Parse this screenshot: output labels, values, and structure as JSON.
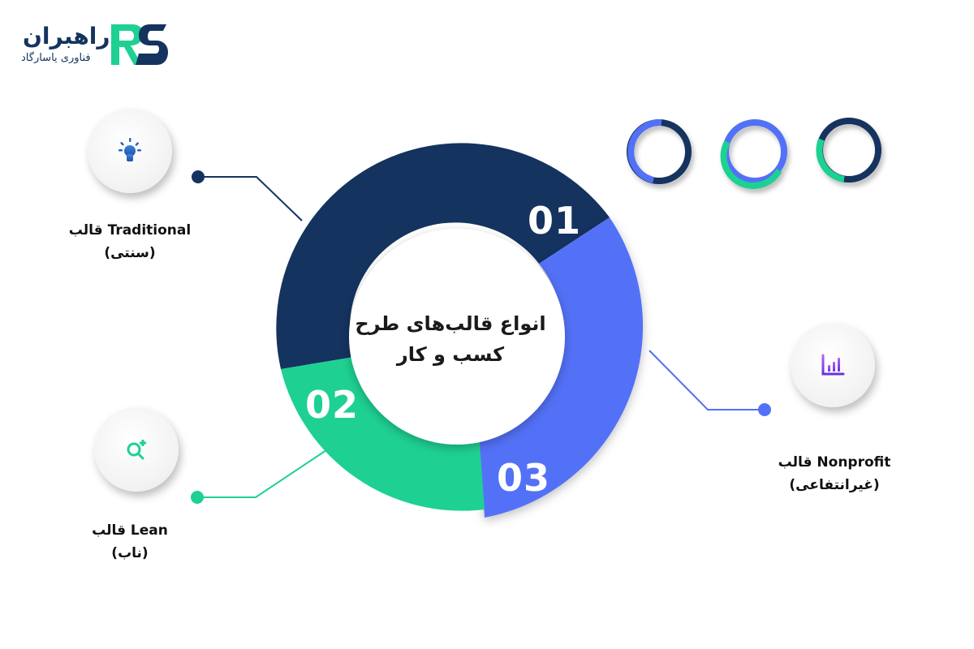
{
  "logo": {
    "title": "راهبران",
    "subtitle": "فناوری یاسارگاد",
    "mark": "RS"
  },
  "diagram": {
    "title_line1": "انواع قالب‌های طرح",
    "title_line2": "کسب و کار",
    "colors": {
      "navy": "#14335f",
      "green": "#1ed192",
      "blue": "#5271f7"
    },
    "segments": [
      {
        "number": "01",
        "color": "#14335f"
      },
      {
        "number": "02",
        "color": "#1ed192"
      },
      {
        "number": "03",
        "color": "#5271f7"
      }
    ],
    "items": [
      {
        "label_line1": "قالب Traditional",
        "label_line2": "(سنتی)",
        "icon": "lightbulb-icon",
        "color": "#14335f"
      },
      {
        "label_line1": "قالب Lean",
        "label_line2": "(ناب)",
        "icon": "search-plus-icon",
        "color": "#1ed192"
      },
      {
        "label_line1": "قالب Nonprofit",
        "label_line2": "(غیرانتفاعی)",
        "icon": "bar-chart-icon",
        "color": "#5271f7"
      }
    ]
  },
  "decor_rings": [
    {
      "colors": [
        "#5271f7",
        "#14335f"
      ]
    },
    {
      "colors": [
        "#5271f7",
        "#1ed192"
      ]
    },
    {
      "colors": [
        "#14335f",
        "#1ed192"
      ]
    }
  ]
}
